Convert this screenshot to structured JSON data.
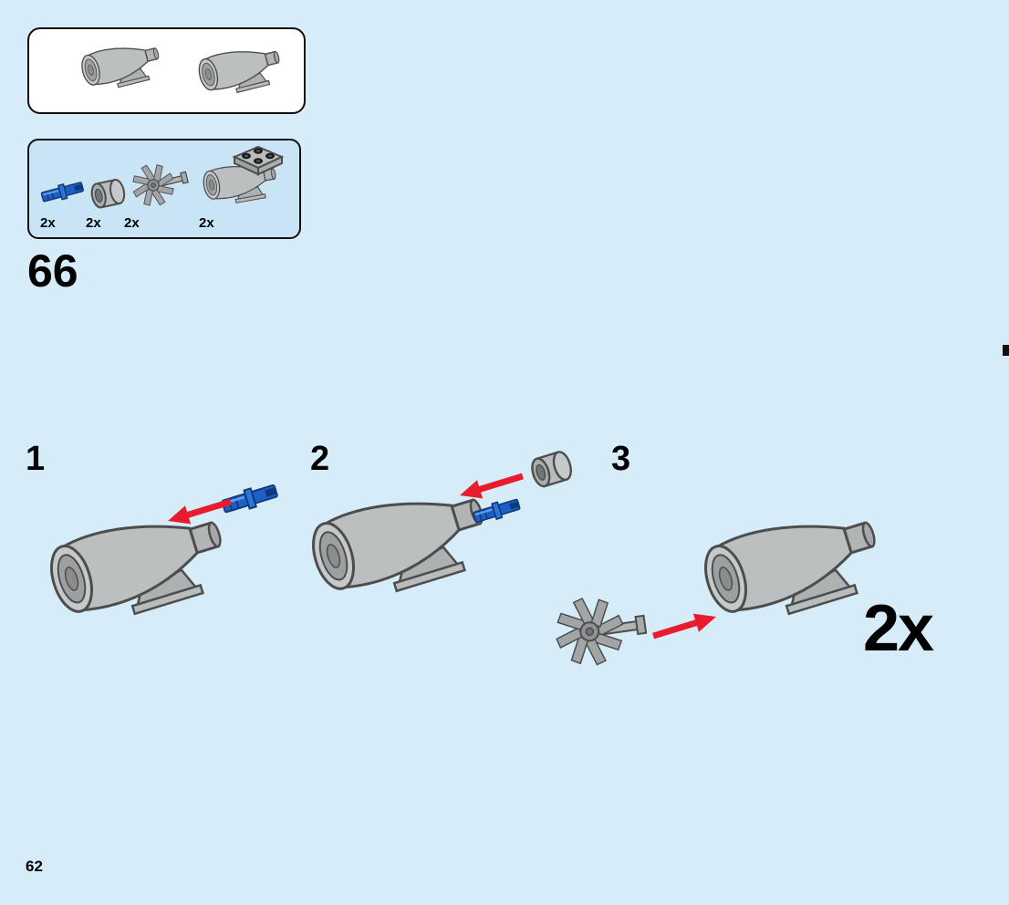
{
  "page": {
    "step_number": "66",
    "build_multiplier": "2x",
    "page_number": "62"
  },
  "preview_box": {
    "items": [
      "assembled-engine-front-view",
      "assembled-engine-rear-view"
    ]
  },
  "parts_box": {
    "items": [
      {
        "part": "blue-connector-pin",
        "count": "2x"
      },
      {
        "part": "gray-round-brick",
        "count": "2x"
      },
      {
        "part": "gray-turbine-fan",
        "count": "2x"
      },
      {
        "part": "gray-engine-housing-with-plate",
        "count": "2x"
      }
    ]
  },
  "steps": [
    {
      "label": "1"
    },
    {
      "label": "2"
    },
    {
      "label": "3"
    }
  ],
  "colors": {
    "page_background": "#d7ecf9",
    "parts_box_background": "#c9e4f5",
    "arrow_red": "#e81c2c",
    "piece_gray": "#bcbfc0",
    "piece_blue": "#1d5fc4"
  }
}
